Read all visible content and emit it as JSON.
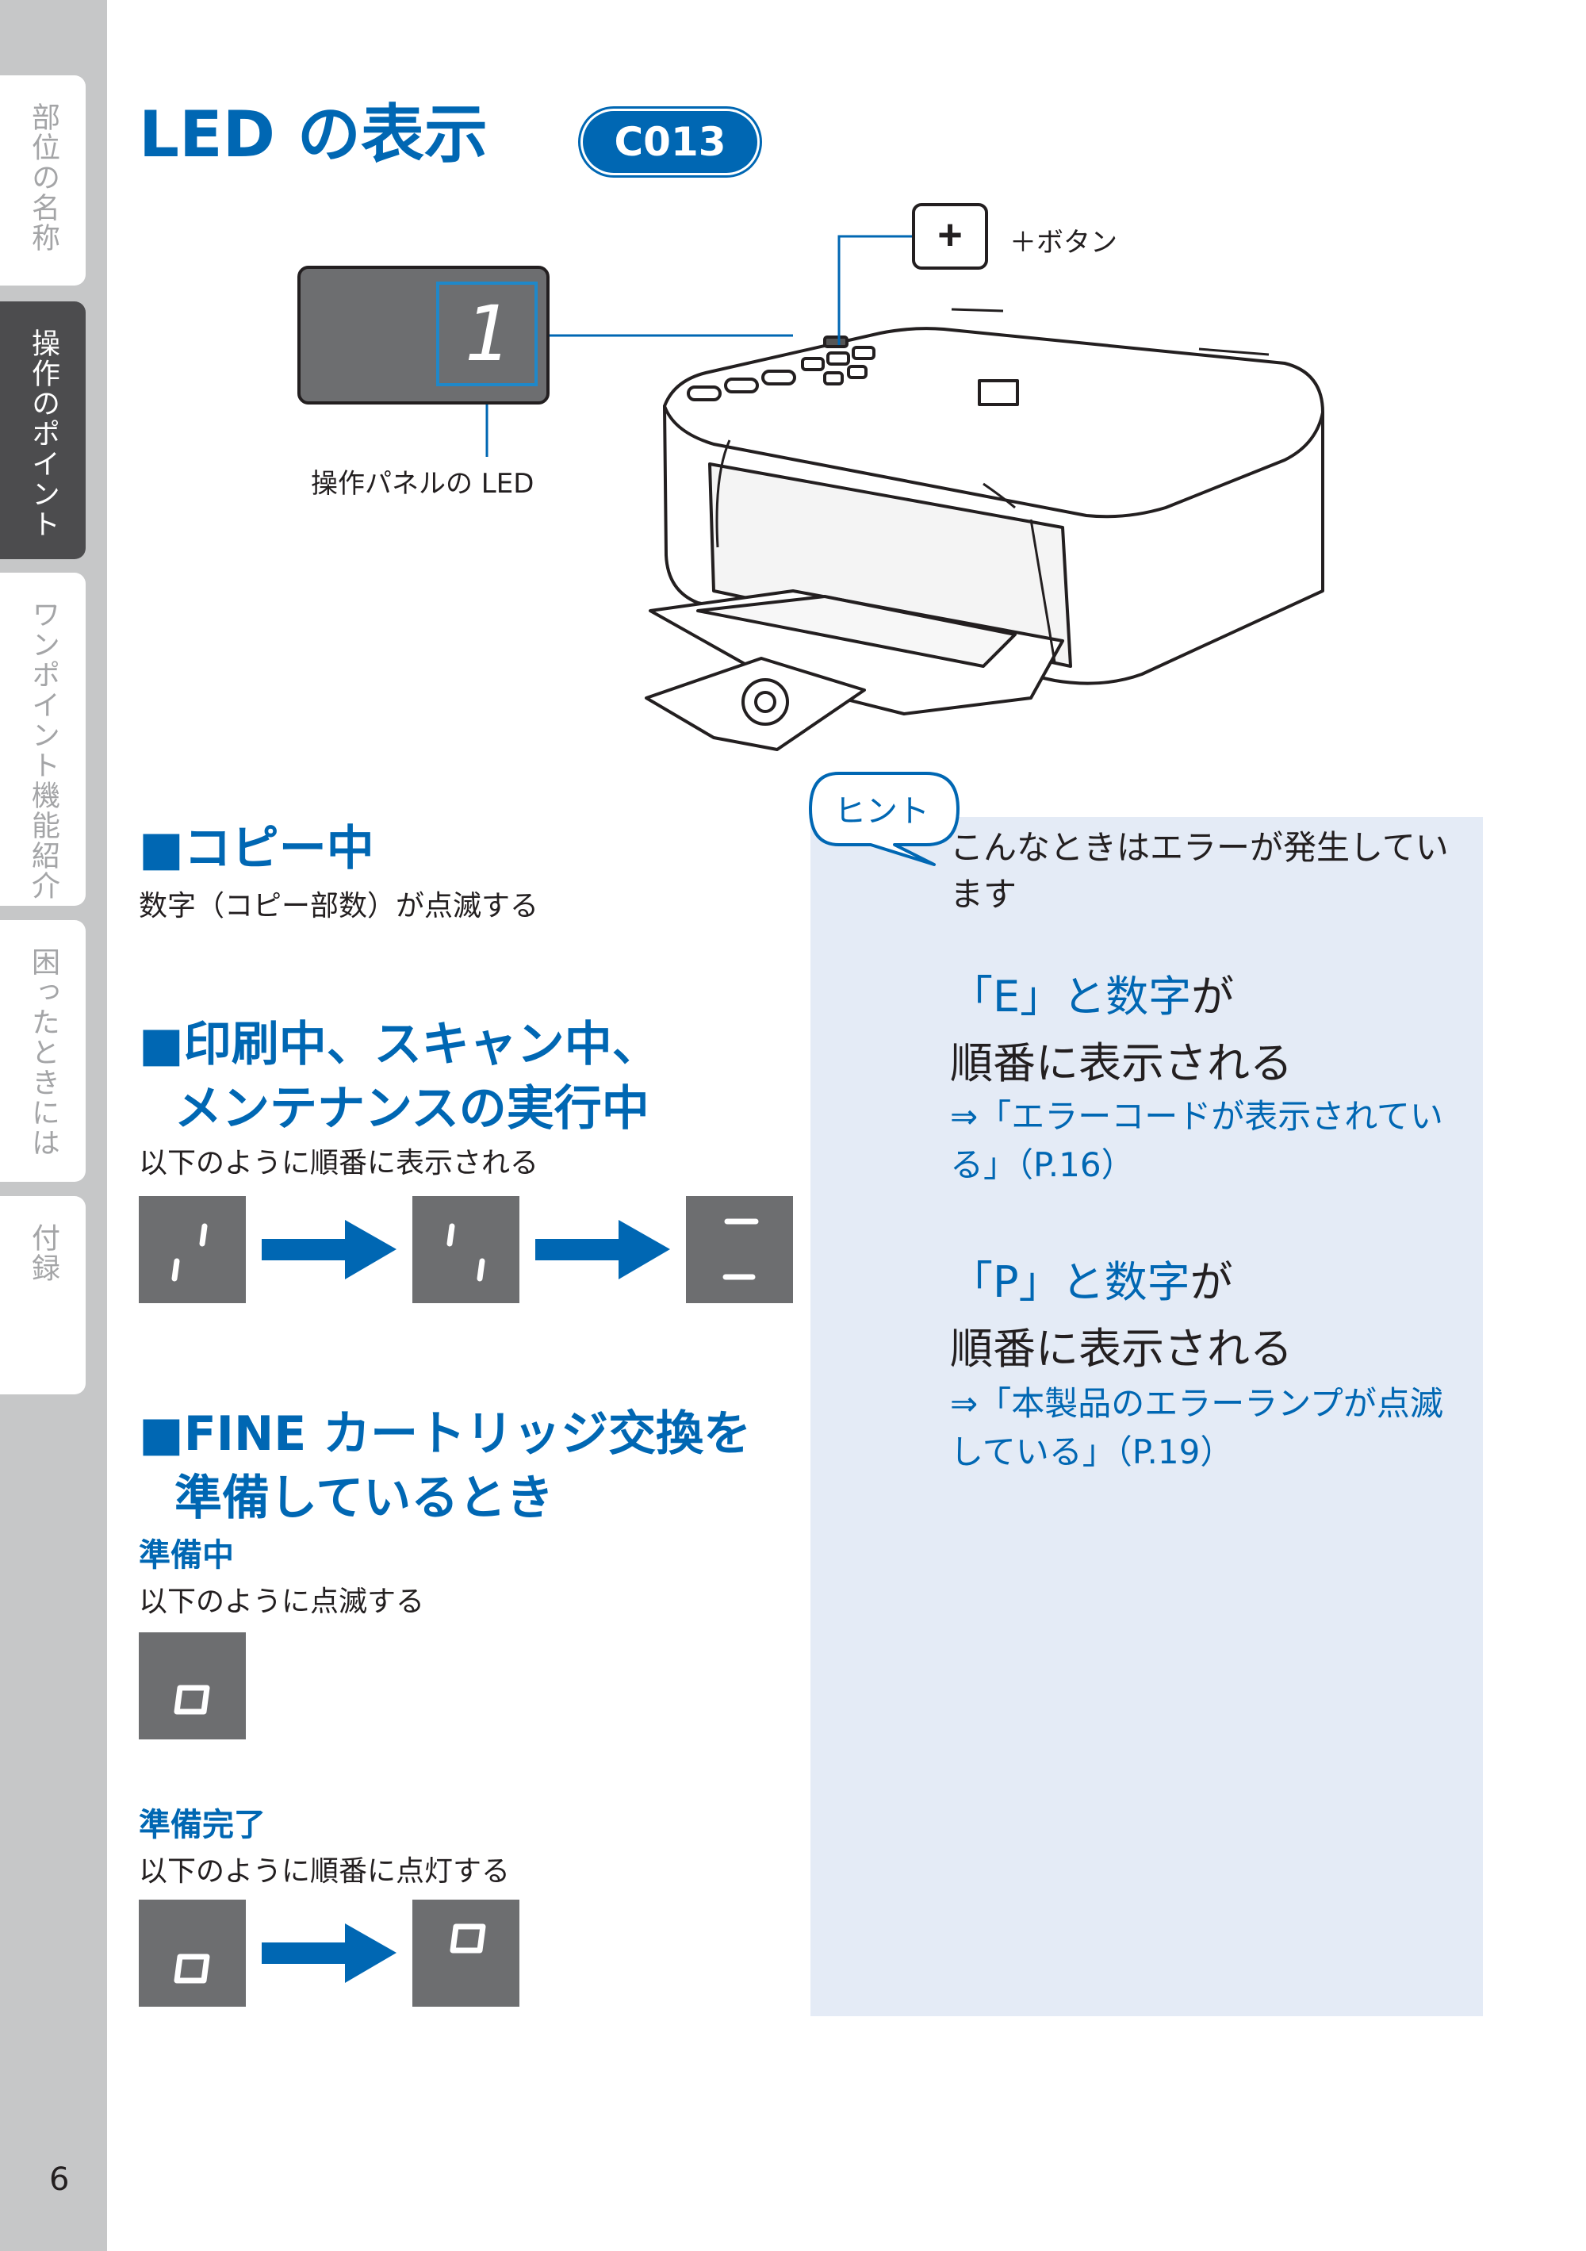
{
  "sidebar": {
    "tabs": [
      {
        "label": "部位の名称"
      },
      {
        "label": "操作のポイント"
      },
      {
        "label": "ワンポイント機能紹介"
      },
      {
        "label": "困ったときには"
      },
      {
        "label": "付録"
      }
    ],
    "page_number": "6"
  },
  "header": {
    "title": "LED の表示",
    "code": "C013"
  },
  "illustration": {
    "plus_symbol": "+",
    "plus_button_label": "＋ボタン",
    "led_digit": "1",
    "led_label": "操作パネルの LED"
  },
  "sections": {
    "copy": {
      "heading": "■コピー中",
      "text": "数字（コピー部数）が点滅する"
    },
    "printing": {
      "heading_line1": "■印刷中、スキャン中、",
      "heading_line2": "メンテナンスの実行中",
      "text": "以下のように順番に表示される"
    },
    "fine": {
      "heading_line1": "■FINE カートリッジ交換を",
      "heading_line2": "準備しているとき",
      "preparing_head": "準備中",
      "preparing_text": "以下のように点滅する",
      "ready_head": "準備完了",
      "ready_text": "以下のように順番に点灯する"
    }
  },
  "hint": {
    "label": "ヒント",
    "intro": "こんなときはエラーが発生しています",
    "e_head_blue": "「E」と数字",
    "e_head_tail": "が",
    "e_head_line2": "順番に表示される",
    "e_ref": "⇒「エラーコードが表示されている」（P.16）",
    "p_head_blue": "「P」と数字",
    "p_head_tail": "が",
    "p_head_line2": "順番に表示される",
    "p_ref": "⇒「本製品のエラーランプが点滅している」（P.19）"
  },
  "colors": {
    "accent": "#0067b3",
    "led_bg": "#6d6e70",
    "hint_bg": "#e4ebf6",
    "sidebar": "#c6c7c8"
  }
}
